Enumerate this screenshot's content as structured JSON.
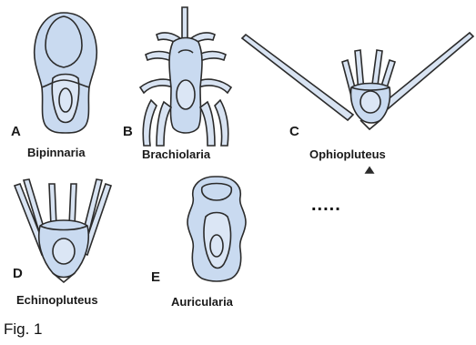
{
  "figure": {
    "caption": "Fig. 1",
    "placeholder": ".....",
    "panels": [
      {
        "letter": "A",
        "name": "Bipinnaria"
      },
      {
        "letter": "B",
        "name": "Brachiolaria"
      },
      {
        "letter": "C",
        "name": "Ophiopluteus"
      },
      {
        "letter": "D",
        "name": "Echinopluteus"
      },
      {
        "letter": "E",
        "name": "Auricularia"
      }
    ],
    "colors": {
      "body_fill": "#c9daf0",
      "outline": "#2b2b2b"
    }
  }
}
